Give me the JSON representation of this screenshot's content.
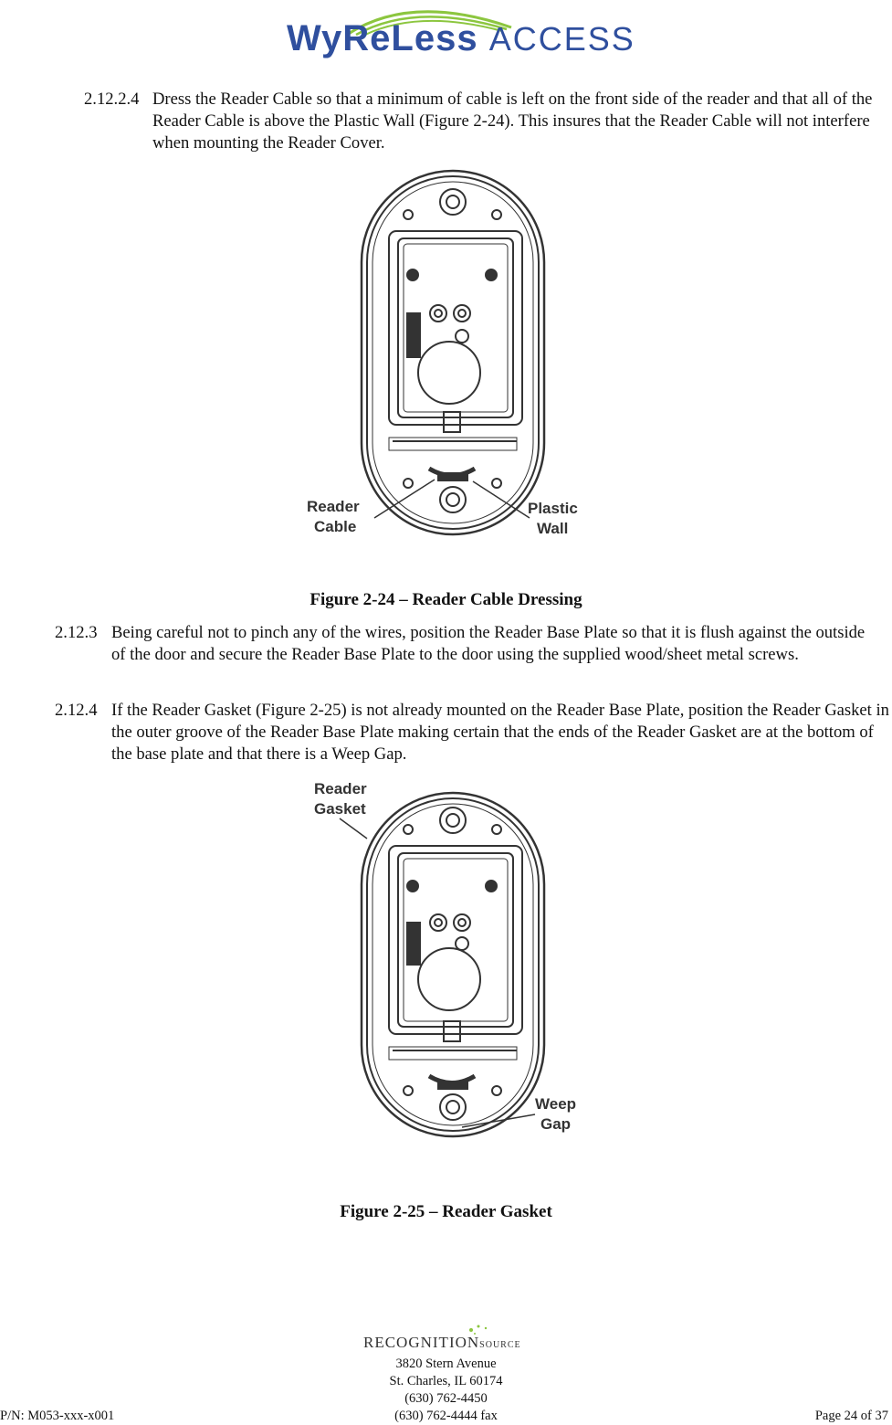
{
  "header": {
    "logo_main": "WyReLess",
    "logo_sub": "ACCESS"
  },
  "sections": [
    {
      "number": "2.12.2.4",
      "text": "Dress the Reader Cable so that a minimum of cable is left on the front side of the reader and that all of the Reader Cable is above the Plastic Wall (Figure 2-24). This insures that the Reader Cable will not interfere when mounting the Reader Cover."
    },
    {
      "number": "2.12.3",
      "text": "Being careful not to pinch any of the wires, position the Reader Base Plate so that it is flush against the outside of the door and secure the Reader Base Plate to the door using the supplied wood/sheet metal screws."
    },
    {
      "number": "2.12.4",
      "text": "If the Reader Gasket (Figure 2-25) is not already mounted on the Reader Base Plate, position the Reader Gasket in the outer groove of the Reader Base Plate making certain that the ends of the Reader Gasket are at the bottom of the base plate and that there is a Weep Gap."
    }
  ],
  "figures": [
    {
      "caption": "Figure 2-24 – Reader Cable Dressing",
      "callouts": {
        "left_line1": "Reader",
        "left_line2": "Cable",
        "right_line1": "Plastic",
        "right_line2": "Wall"
      }
    },
    {
      "caption": "Figure 2-25 – Reader Gasket",
      "callouts": {
        "top_line1": "Reader",
        "top_line2": "Gasket",
        "right_line1": "Weep",
        "right_line2": "Gap"
      }
    }
  ],
  "footer": {
    "company_logo_main": "RECOGNITION",
    "company_logo_sub": "SOURCE",
    "address1": "3820 Stern Avenue",
    "address2": "St. Charles, IL 60174",
    "phone": "(630) 762-4450",
    "fax": "(630) 762-4444 fax",
    "part_number": "P/N: M053-xxx-x001",
    "page": "Page 24 of 37"
  }
}
